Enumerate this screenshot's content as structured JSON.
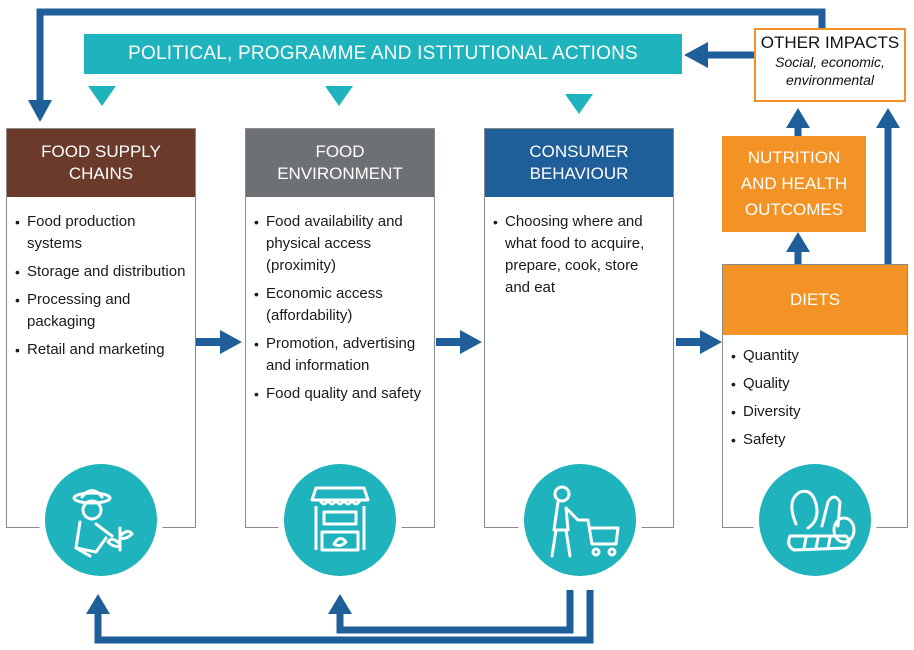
{
  "banner": {
    "label": "POLITICAL, PROGRAMME AND ISTITUTIONAL ACTIONS"
  },
  "other_impacts": {
    "title": "OTHER IMPACTS",
    "line1": "Social, economic,",
    "line2": "environmental"
  },
  "columns": [
    {
      "header_line1": "FOOD SUPPLY",
      "header_line2": "CHAINS",
      "header_color": "#6b3a2a",
      "icon": "farmer-icon",
      "items": [
        "Food production systems",
        "Storage and distribution",
        "Processing and packaging",
        "Retail and marketing"
      ]
    },
    {
      "header_line1": "FOOD",
      "header_line2": "ENVIRONMENT",
      "header_color": "#6d7074",
      "icon": "market-stall-icon",
      "items": [
        "Food availability and physical access (proximity)",
        "Economic access (affordability)",
        "Promotion, advertising and information",
        "Food quality and safety"
      ]
    },
    {
      "header_line1": "CONSUMER",
      "header_line2": "BEHAVIOUR",
      "header_color": "#1e5e99",
      "icon": "shopper-cart-icon",
      "items": [
        "Choosing where and what food to acquire, prepare, cook, store and eat"
      ]
    },
    {
      "header_line1": "DIETS",
      "header_line2": "",
      "header_color": "#f39325",
      "icon": "vegetables-icon",
      "items": [
        "Quantity",
        "Quality",
        "Diversity",
        "Safety"
      ]
    }
  ],
  "nutrition": {
    "line1": "NUTRITION",
    "line2": "AND HEALTH",
    "line3": "OUTCOMES"
  },
  "colors": {
    "teal": "#1fb3bd",
    "arrow_blue": "#1e5e99",
    "orange": "#f39325"
  }
}
